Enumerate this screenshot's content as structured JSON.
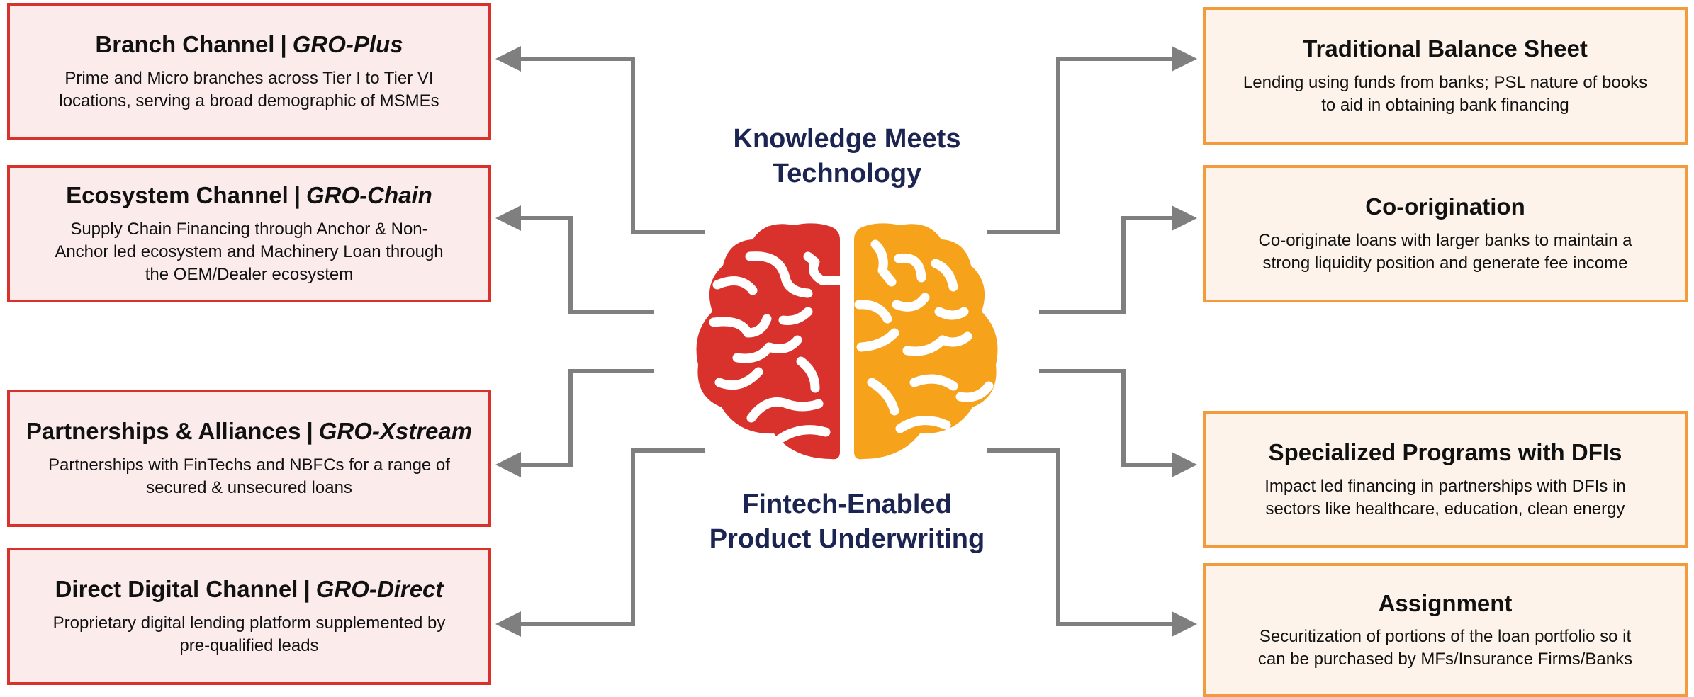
{
  "center": {
    "top_lines": [
      "Knowledge Meets",
      "Technology"
    ],
    "bottom_lines": [
      "Fintech-Enabled",
      "Product Underwriting"
    ]
  },
  "left_boxes": [
    {
      "title": "Branch Channel",
      "brand": "GRO-Plus",
      "desc_lines": [
        "Prime and Micro branches across Tier I to Tier VI",
        "locations, serving a broad demographic of MSMEs"
      ]
    },
    {
      "title": "Ecosystem Channel",
      "brand": "GRO-Chain",
      "desc_lines": [
        "Supply Chain Financing through Anchor & Non-",
        "Anchor led ecosystem and Machinery Loan through",
        "the OEM/Dealer ecosystem"
      ]
    },
    {
      "title": "Partnerships & Alliances",
      "brand": "GRO-Xstream",
      "desc_lines": [
        "Partnerships with FinTechs and NBFCs for a range of",
        "secured & unsecured loans"
      ]
    },
    {
      "title": "Direct Digital Channel",
      "brand": "GRO-Direct",
      "desc_lines": [
        "Proprietary digital lending platform supplemented by",
        "pre-qualified leads"
      ]
    }
  ],
  "right_boxes": [
    {
      "title": "Traditional Balance Sheet",
      "desc_lines": [
        "Lending using funds from banks; PSL nature of books",
        "to aid in obtaining bank financing"
      ]
    },
    {
      "title": "Co-origination",
      "desc_lines": [
        "Co-originate loans with larger banks to maintain a",
        "strong liquidity position and generate fee income"
      ]
    },
    {
      "title": "Specialized Programs with DFIs",
      "desc_lines": [
        "Impact led financing in partnerships with DFIs in",
        "sectors like healthcare, education, clean energy"
      ]
    },
    {
      "title": "Assignment",
      "desc_lines": [
        "Securitization of portions of the loan portfolio so it",
        "can be purchased by MFs/Insurance Firms/Banks"
      ]
    }
  ],
  "colors": {
    "left_border": "#d9312b",
    "left_fill": "#fbeceb",
    "right_border": "#f39a3c",
    "right_fill": "#fdf3ea",
    "connector": "#7f7f7f",
    "center_text": "#1c2452",
    "brain_left": "#d9312b",
    "brain_right": "#f6a31b"
  },
  "icons": {
    "center": "brain-icon"
  }
}
